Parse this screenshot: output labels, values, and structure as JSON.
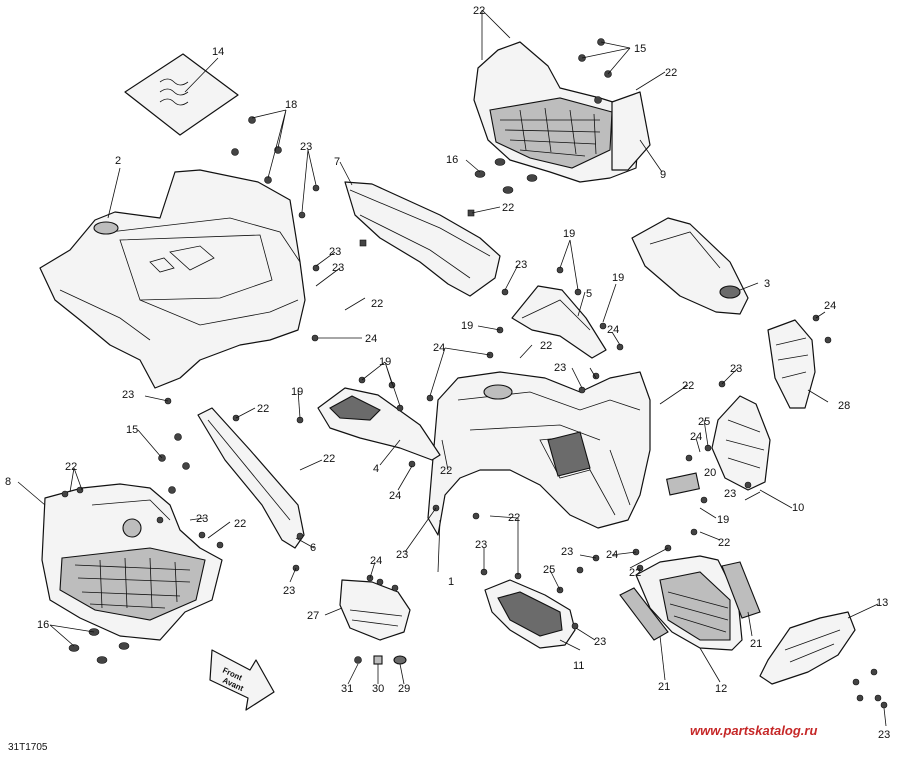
{
  "diagram_code": "31T1705",
  "watermark": "www.partskatalog.ru",
  "front_arrow": {
    "line1": "Front",
    "line2": "Avant"
  },
  "callouts": {
    "c1": "1",
    "c2": "2",
    "c3": "3",
    "c4": "4",
    "c5": "5",
    "c6": "6",
    "c7": "7",
    "c8": "8",
    "c9": "9",
    "c10": "10",
    "c11": "11",
    "c12": "12",
    "c13": "13",
    "c14": "14",
    "c15a": "15",
    "c15b": "15",
    "c16a": "16",
    "c16b": "16",
    "c18": "18",
    "c19a": "19",
    "c19b": "19",
    "c19c": "19",
    "c19d": "19",
    "c19e": "19",
    "c19f": "19",
    "c20": "20",
    "c21a": "21",
    "c21b": "21",
    "c22a": "22",
    "c22b": "22",
    "c22c": "22",
    "c22d": "22",
    "c22e": "22",
    "c22f": "22",
    "c22g": "22",
    "c22h": "22",
    "c22i": "22",
    "c22j": "22",
    "c22k": "22",
    "c22l": "22",
    "c22m": "22",
    "c23a": "23",
    "c23b": "23",
    "c23c": "23",
    "c23d": "23",
    "c23e": "23",
    "c23f": "23",
    "c23g": "23",
    "c23h": "23",
    "c23i": "23",
    "c23j": "23",
    "c23k": "23",
    "c23l": "23",
    "c23m": "23",
    "c23n": "23",
    "c24a": "24",
    "c24b": "24",
    "c24c": "24",
    "c24d": "24",
    "c24e": "24",
    "c24f": "24",
    "c24g": "24",
    "c25a": "25",
    "c25b": "25",
    "c27": "27",
    "c28": "28",
    "c29": "29",
    "c30": "30",
    "c31": "31"
  }
}
